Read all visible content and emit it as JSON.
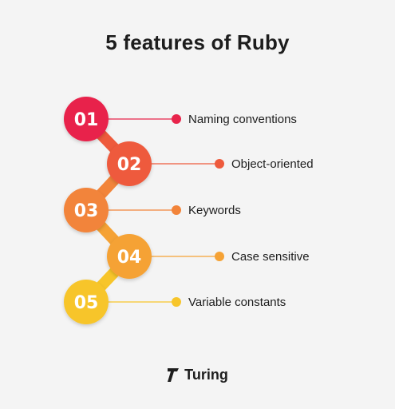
{
  "title": "5 features of Ruby",
  "features": [
    {
      "number": "01",
      "label": "Naming conventions",
      "color": "#e8244b"
    },
    {
      "number": "02",
      "label": "Object-oriented",
      "color": "#ee5a3c"
    },
    {
      "number": "03",
      "label": "Keywords",
      "color": "#f2843a"
    },
    {
      "number": "04",
      "label": "Case sensitive",
      "color": "#f5a235"
    },
    {
      "number": "05",
      "label": "Variable constants",
      "color": "#f7c52a"
    }
  ],
  "brand": {
    "name": "Turing",
    "icon": "turing-logo-icon"
  }
}
